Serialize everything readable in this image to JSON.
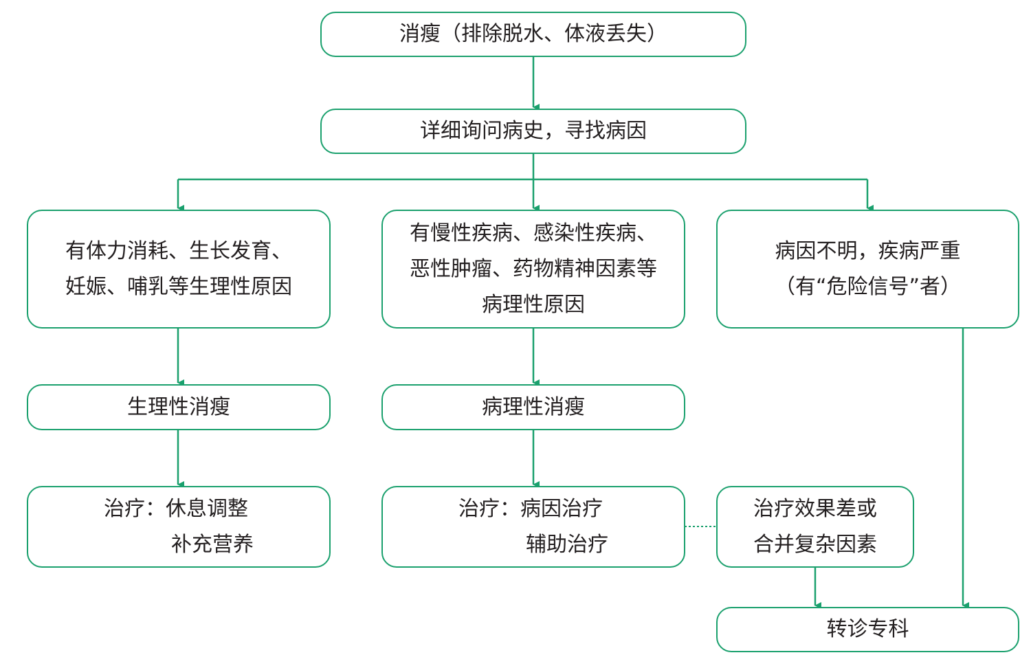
{
  "colors": {
    "accent": "#1aa06d",
    "text": "#231f20",
    "background": "#ffffff"
  },
  "nodes": {
    "start": {
      "line1": "消瘦（排除脱水、体液丢失）"
    },
    "history": {
      "line1": "详细询问病史，寻找病因"
    },
    "physio_cause": {
      "line1": "有体力消耗、生长发育、",
      "line2": "妊娠、哺乳等生理性原因"
    },
    "patho_cause": {
      "line1": "有慢性疾病、感染性疾病、",
      "line2": "恶性肿瘤、药物精神因素等",
      "line3": "病理性原因"
    },
    "unknown_cause": {
      "line1": "病因不明，疾病严重",
      "line2": "（有“危险信号”者）"
    },
    "physio_weight_loss": {
      "line1": "生理性消瘦"
    },
    "patho_weight_loss": {
      "line1": "病理性消瘦"
    },
    "physio_treatment": {
      "line1": "治疗：休息调整",
      "line2": "补充营养"
    },
    "patho_treatment": {
      "line1": "治疗：病因治疗",
      "line2": "辅助治疗"
    },
    "poor_effect": {
      "line1": "治疗效果差或",
      "line2": "合并复杂因素"
    },
    "referral": {
      "line1": "转诊专科"
    }
  }
}
